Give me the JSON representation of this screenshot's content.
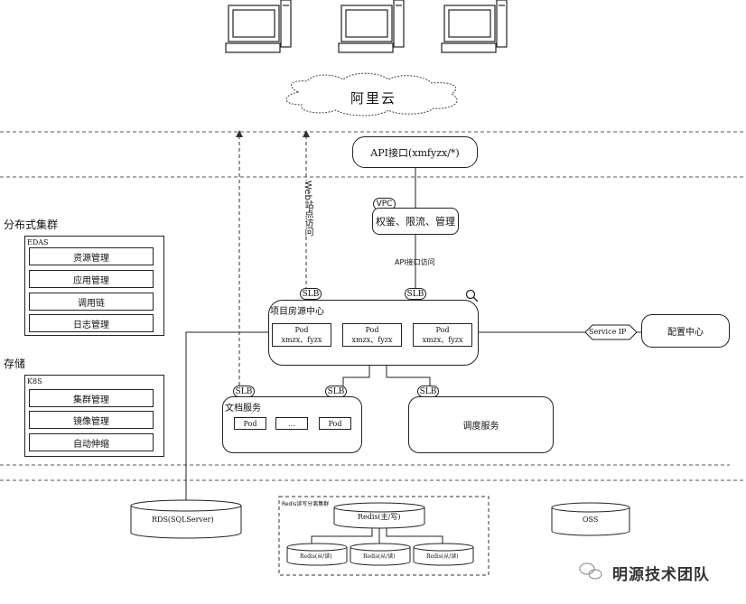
{
  "cloud": {
    "label": "阿里云"
  },
  "api_gateway": {
    "label": "API接口(xmfyzx/*)"
  },
  "vpc": {
    "tag": "VPC",
    "label": "权鉴、限流、管理"
  },
  "api_access_label": "API接口访问",
  "web_access_label": "Web站点访问",
  "distributed": {
    "title": "分布式集群",
    "group": "EDAS",
    "items": [
      "资源管理",
      "应用管理",
      "调用链",
      "日志管理"
    ]
  },
  "storage": {
    "title": "存储",
    "group": "K8S",
    "items": [
      "集群管理",
      "镜像管理",
      "自动伸缩"
    ]
  },
  "slb_label": "SLB",
  "project_center": {
    "title": "项目房源中心",
    "pods": [
      {
        "name": "Pod",
        "detail": "xmzx、fyzx"
      },
      {
        "name": "Pod",
        "detail": "xmzx、fyzx"
      },
      {
        "name": "Pod",
        "detail": "xmzx、fyzx"
      }
    ]
  },
  "service_ip": "Service IP",
  "config_center": "配置中心",
  "doc_service": {
    "title": "文档服务",
    "pods": [
      "Pod",
      "...",
      "Pod"
    ]
  },
  "schedule_service": "调度服务",
  "rds": "RDS(SQLServer)",
  "redis_cluster": {
    "title": "Redis读写分离集群",
    "master": "Redis(主/写)",
    "slaves": [
      "Redis(从/读)",
      "Redis(从/读)",
      "Redis(从/读)"
    ]
  },
  "oss": "OSS",
  "watermark": "明源技术团队"
}
